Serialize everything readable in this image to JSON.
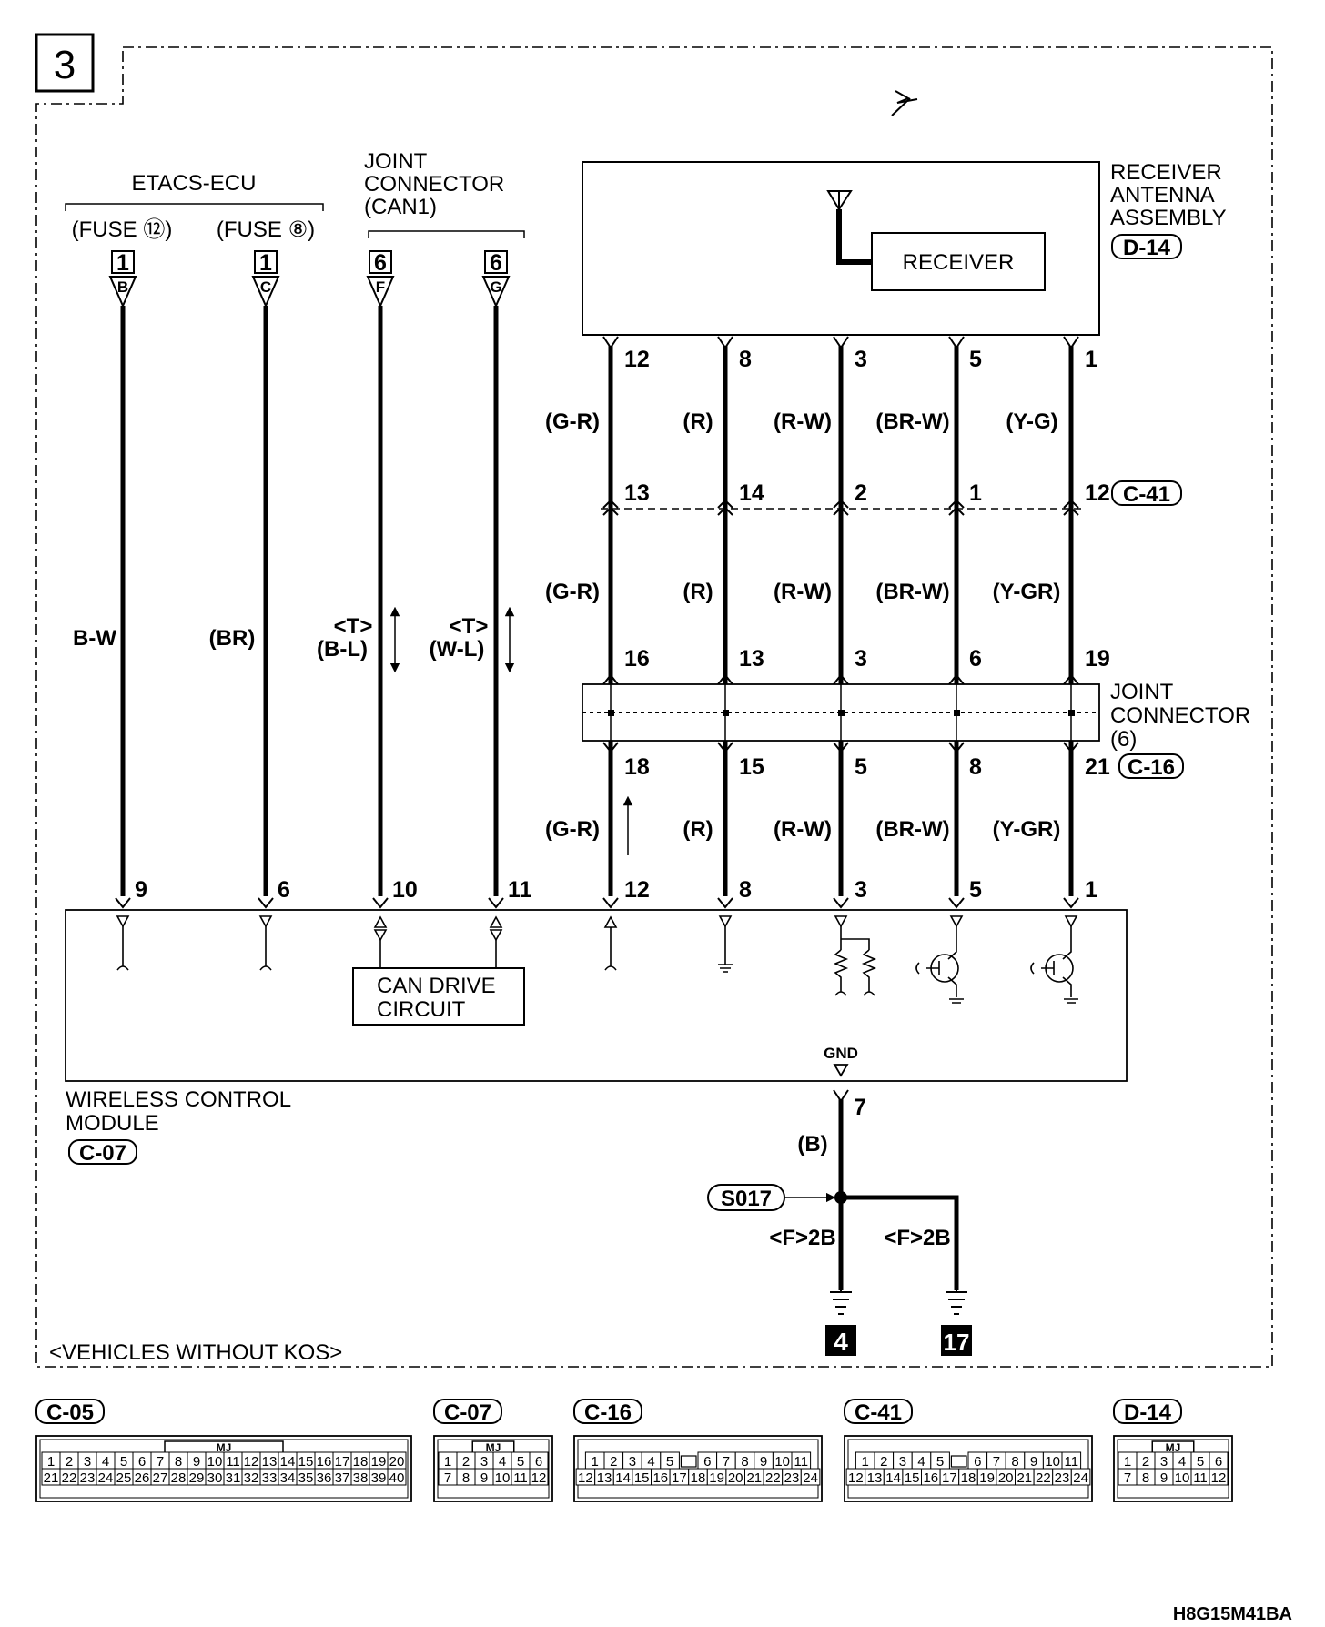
{
  "page_number": "3",
  "etacs": {
    "title": "ETACS-ECU",
    "fuse_a": "(FUSE ⑫)",
    "fuse_b": "(FUSE ⑧)",
    "conn_a": "1",
    "conn_b": "1",
    "term_a": "B",
    "term_b": "C"
  },
  "joint_can": {
    "title_1": "JOINT",
    "title_2": "CONNECTOR",
    "title_3": "(CAN1)",
    "conn_a": "6",
    "conn_b": "6",
    "term_a": "F",
    "term_b": "G"
  },
  "receiver": {
    "title_1": "RECEIVER",
    "title_2": "ANTENNA",
    "title_3": "ASSEMBLY",
    "code": "D-14",
    "inner": "RECEIVER",
    "pins": [
      "12",
      "8",
      "3",
      "5",
      "1"
    ],
    "colors": [
      "(G-R)",
      "(R)",
      "(R-W)",
      "(BR-W)",
      "(Y-G)"
    ]
  },
  "c41": {
    "code": "C-41",
    "pins": [
      "13",
      "14",
      "2",
      "1",
      "12"
    ],
    "colors": [
      "(G-R)",
      "(R)",
      "(R-W)",
      "(BR-W)",
      "(Y-GR)"
    ]
  },
  "joint6": {
    "title_1": "JOINT",
    "title_2": "CONNECTOR",
    "title_3": "(6)",
    "code": "C-16",
    "top_pins": [
      "16",
      "13",
      "3",
      "6",
      "19"
    ],
    "bottom_pins": [
      "18",
      "15",
      "5",
      "8",
      "21"
    ],
    "colors": [
      "(G-R)",
      "(R)",
      "(R-W)",
      "(BR-W)",
      "(Y-GR)"
    ]
  },
  "left_wires": {
    "bw": "B-W",
    "br": "(BR)",
    "t1": "<T>",
    "bl": "(B-L)",
    "t2": "<T>",
    "wl": "(W-L)"
  },
  "module": {
    "title_1": "WIRELESS CONTROL",
    "title_2": "MODULE",
    "code": "C-07",
    "pins": [
      "9",
      "6",
      "10",
      "11",
      "12",
      "8",
      "3",
      "5",
      "1"
    ],
    "can_1": "CAN DRIVE",
    "can_2": "CIRCUIT",
    "gnd": "GND",
    "gnd_pin": "7"
  },
  "ground": {
    "wire_color": "(B)",
    "splice": "S017",
    "left_label": "<F>2B",
    "right_label": "<F>2B",
    "ground_a": "4",
    "ground_b": "17"
  },
  "note": "<VEHICLES WITHOUT KOS>",
  "connectors": [
    {
      "code": "C-05",
      "tag": "MJ",
      "row1": [
        "1",
        "2",
        "3",
        "4",
        "5",
        "6",
        "7",
        "8",
        "9",
        "10",
        "11",
        "12",
        "13",
        "14",
        "15",
        "16",
        "17",
        "18",
        "19",
        "20"
      ],
      "row2": [
        "21",
        "22",
        "23",
        "24",
        "25",
        "26",
        "27",
        "28",
        "29",
        "30",
        "31",
        "32",
        "33",
        "34",
        "35",
        "36",
        "37",
        "38",
        "39",
        "40"
      ]
    },
    {
      "code": "C-07",
      "tag": "MJ",
      "row1": [
        "1",
        "2",
        "3",
        "4",
        "5",
        "6"
      ],
      "row2": [
        "7",
        "8",
        "9",
        "10",
        "11",
        "12"
      ]
    },
    {
      "code": "C-16",
      "tag": "",
      "row1": [
        "1",
        "2",
        "3",
        "4",
        "5",
        "",
        "6",
        "7",
        "8",
        "9",
        "10",
        "11"
      ],
      "row2": [
        "12",
        "13",
        "14",
        "15",
        "16",
        "17",
        "18",
        "19",
        "20",
        "21",
        "22",
        "23",
        "24"
      ]
    },
    {
      "code": "C-41",
      "tag": "",
      "row1": [
        "1",
        "2",
        "3",
        "4",
        "5",
        "",
        "6",
        "7",
        "8",
        "9",
        "10",
        "11"
      ],
      "row2": [
        "12",
        "13",
        "14",
        "15",
        "16",
        "17",
        "18",
        "19",
        "20",
        "21",
        "22",
        "23",
        "24"
      ]
    },
    {
      "code": "D-14",
      "tag": "MJ",
      "row1": [
        "1",
        "2",
        "3",
        "4",
        "5",
        "6"
      ],
      "row2": [
        "7",
        "8",
        "9",
        "10",
        "11",
        "12"
      ]
    }
  ],
  "figure_code": "H8G15M41BA"
}
